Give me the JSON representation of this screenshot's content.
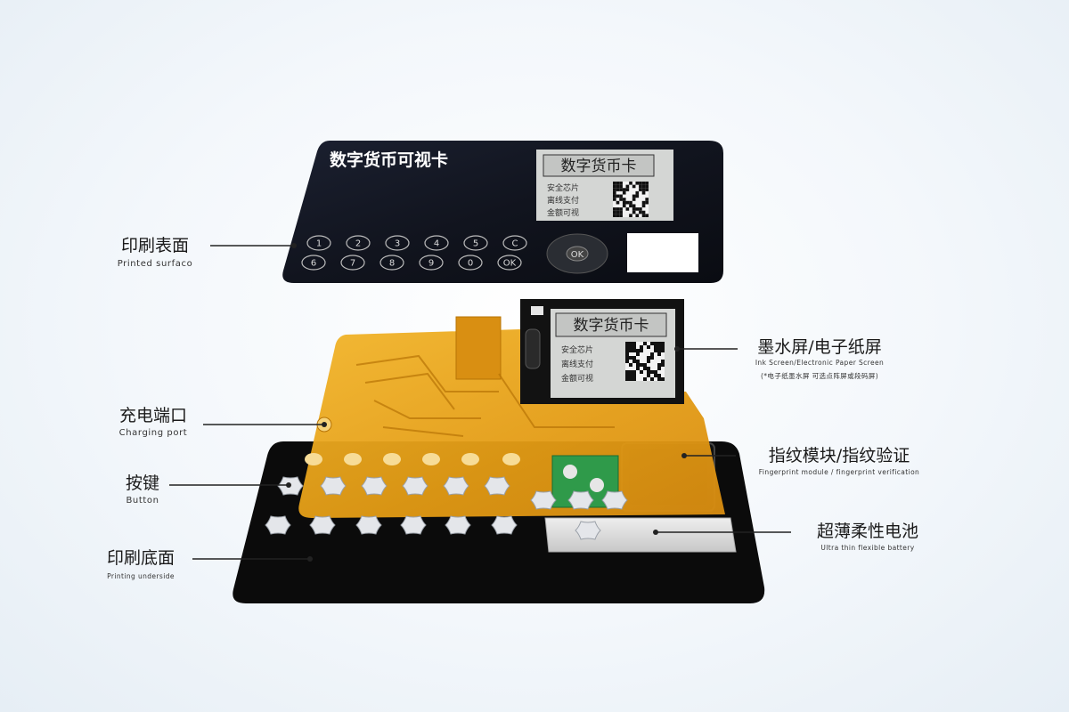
{
  "card": {
    "title": "数字货币可视卡",
    "keys_row1": [
      "1",
      "2",
      "3",
      "4",
      "5",
      "C"
    ],
    "keys_row2": [
      "6",
      "7",
      "8",
      "9",
      "0",
      "OK"
    ],
    "nav_center": "OK"
  },
  "epaper": {
    "title": "数字货币卡",
    "lines": [
      "安全芯片",
      "离线支付",
      "金额可视"
    ]
  },
  "labels": {
    "printed_surface": {
      "cn": "印刷表面",
      "en": "Printed surfaco"
    },
    "charging_port": {
      "cn": "充电端口",
      "en": "Charging port"
    },
    "button": {
      "cn": "按键",
      "en": "Button"
    },
    "printing_underside": {
      "cn": "印刷底面",
      "en": "Printing underside"
    },
    "ink_screen": {
      "cn": "墨水屏/电子纸屏",
      "en": "Ink Screen/Electronic Paper Screen",
      "note": "(*电子纸墨水屏 可选点阵屏或段码屏)"
    },
    "fingerprint": {
      "cn": "指纹模块/指纹验证",
      "en": "Fingerprint module / fingerprint verification"
    },
    "battery": {
      "cn": "超薄柔性电池",
      "en": "Ultra thin flexible battery"
    }
  },
  "colors": {
    "card_dark": "#121622",
    "pcb_orange": "#e8a21a",
    "underside_black": "#0b0b0b",
    "epaper_bg": "#d4d6d4"
  }
}
